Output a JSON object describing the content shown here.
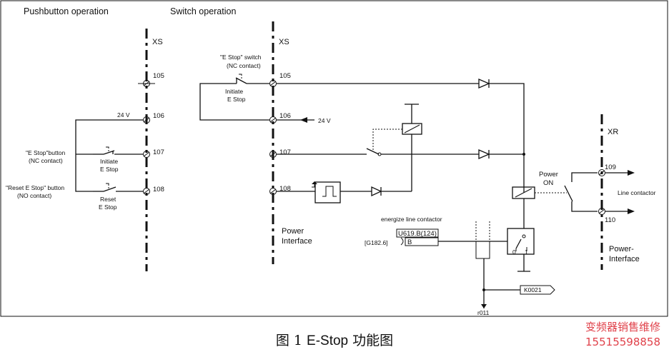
{
  "headings": {
    "left": "Pushbutton operation",
    "right": "Switch operation"
  },
  "connectors": {
    "xs_left": "XS",
    "xs_right": "XS",
    "xr": "XR"
  },
  "terminals": {
    "t105a": "105",
    "t106a": "106",
    "t107a": "107",
    "t108a": "108",
    "t105b": "105",
    "t106b": "106",
    "t107b": "107",
    "t108b": "108",
    "t109": "109",
    "t110": "110"
  },
  "labels": {
    "v24_left": "24 V",
    "v24_right": "24 V",
    "estop_button_1": "\"E Stop\"button",
    "estop_button_2": "(NC contact)",
    "initiate_1": "Initiate",
    "initiate_2": "E Stop",
    "reset_button_1": "\"Reset E Stop\" button",
    "reset_button_2": "(NO contact)",
    "reset_1": "Reset",
    "reset_2": "E Stop",
    "estop_switch_1": "\"E Stop\" switch",
    "estop_switch_2": "(NC contact)",
    "sw_initiate_1": "Initiate",
    "sw_initiate_2": "E Stop",
    "power_interface_1": "Power",
    "power_interface_2": "Interface",
    "energize": "energize line contactor",
    "param_u": "U619.B(124)",
    "param_b": "B",
    "param_g": "[G182.6]",
    "power_on_1": "Power",
    "power_on_2": "ON",
    "contact_0": "0",
    "contact_1": "1",
    "line_contactor": "Line contactor",
    "power_iface_r1": "Power-",
    "power_iface_r2": "Interface",
    "k0021": "K0021",
    "r011": "r011"
  },
  "caption": {
    "prefix": "图 1 ",
    "latin": "E-Stop",
    "suffix": " 功能图"
  },
  "watermark": {
    "line1": "变频器销售维修",
    "line2": "15515598858",
    "color": "#e0414a"
  }
}
